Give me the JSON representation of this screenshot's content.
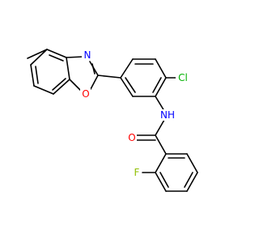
{
  "atoms": [
    {
      "id": "N_oxazole",
      "label": "N",
      "color": "#0000ff"
    },
    {
      "id": "O_oxazole",
      "label": "O",
      "color": "#ff0000"
    },
    {
      "id": "Cl",
      "label": "Cl",
      "color": "#00b000"
    },
    {
      "id": "NH",
      "label": "NH",
      "color": "#0000ff"
    },
    {
      "id": "O_carbonyl",
      "label": "O",
      "color": "#ff0000"
    },
    {
      "id": "F",
      "label": "F",
      "color": "#8fbf00"
    }
  ]
}
